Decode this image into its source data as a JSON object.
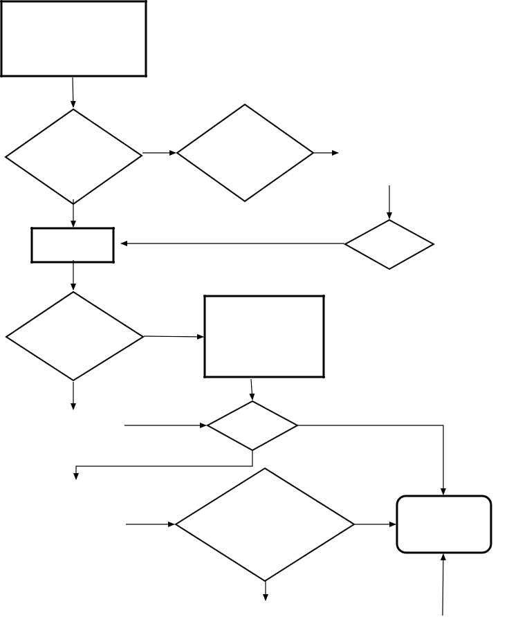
{
  "diagram": {
    "type": "flowchart",
    "nodes": [
      {
        "id": "start-box",
        "shape": "rectangle",
        "label": ""
      },
      {
        "id": "decision-1",
        "shape": "diamond",
        "label": ""
      },
      {
        "id": "decision-2",
        "shape": "diamond",
        "label": ""
      },
      {
        "id": "process-1",
        "shape": "rectangle",
        "label": ""
      },
      {
        "id": "decision-right",
        "shape": "diamond",
        "label": ""
      },
      {
        "id": "decision-3",
        "shape": "diamond",
        "label": ""
      },
      {
        "id": "process-2",
        "shape": "rectangle",
        "label": ""
      },
      {
        "id": "decision-4",
        "shape": "diamond",
        "label": ""
      },
      {
        "id": "decision-5",
        "shape": "diamond",
        "label": ""
      },
      {
        "id": "end-box",
        "shape": "rounded-rectangle",
        "label": ""
      }
    ],
    "edges": [
      {
        "from": "start-box",
        "to": "decision-1"
      },
      {
        "from": "decision-1",
        "to": "decision-2"
      },
      {
        "from": "decision-2",
        "to": ""
      },
      {
        "from": "decision-1",
        "to": "process-1"
      },
      {
        "from": "",
        "to": "decision-right"
      },
      {
        "from": "decision-right",
        "to": "process-1"
      },
      {
        "from": "process-1",
        "to": "decision-3"
      },
      {
        "from": "decision-3",
        "to": "process-2"
      },
      {
        "from": "decision-3",
        "to": ""
      },
      {
        "from": "process-2",
        "to": "decision-4"
      },
      {
        "from": "",
        "to": "decision-4"
      },
      {
        "from": "decision-4",
        "to": "end-box"
      },
      {
        "from": "decision-4",
        "to": ""
      },
      {
        "from": "",
        "to": "decision-5"
      },
      {
        "from": "decision-5",
        "to": "end-box"
      },
      {
        "from": "decision-5",
        "to": ""
      },
      {
        "from": "",
        "to": "end-box"
      }
    ],
    "colors": {
      "stroke": "#000000",
      "background": "#ffffff"
    }
  }
}
